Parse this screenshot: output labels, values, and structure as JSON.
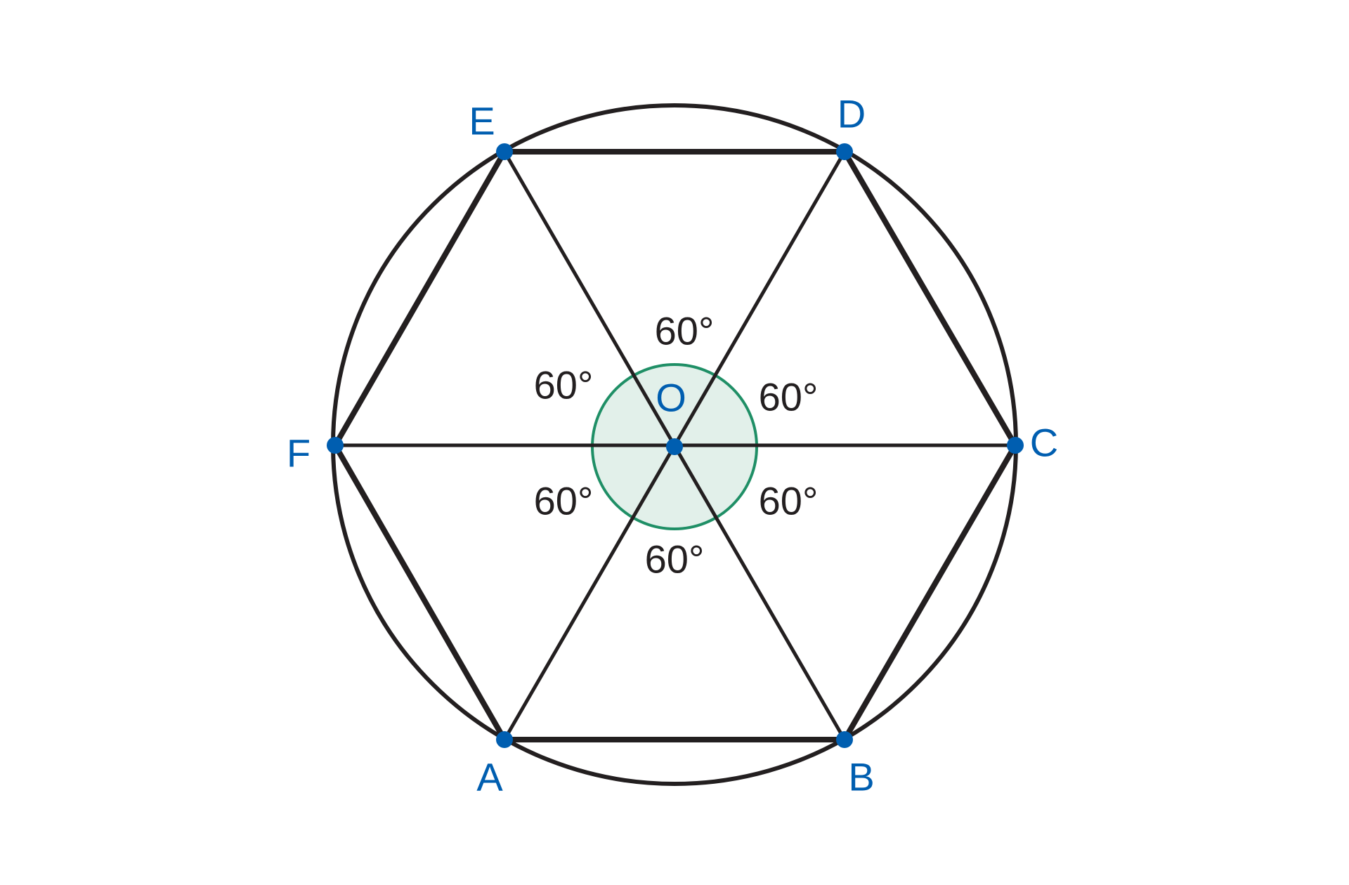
{
  "diagram": {
    "center_label": "O",
    "vertex_labels": {
      "A": "A",
      "B": "B",
      "C": "C",
      "D": "D",
      "E": "E",
      "F": "F"
    },
    "central_angles": [
      "60°",
      "60°",
      "60°",
      "60°",
      "60°",
      "60°"
    ],
    "colors": {
      "lines": "#231f20",
      "points_and_labels": "#005eb0",
      "angle_marker_stroke": "#1f8f66",
      "angle_marker_fill": "#e2f0ea"
    }
  }
}
